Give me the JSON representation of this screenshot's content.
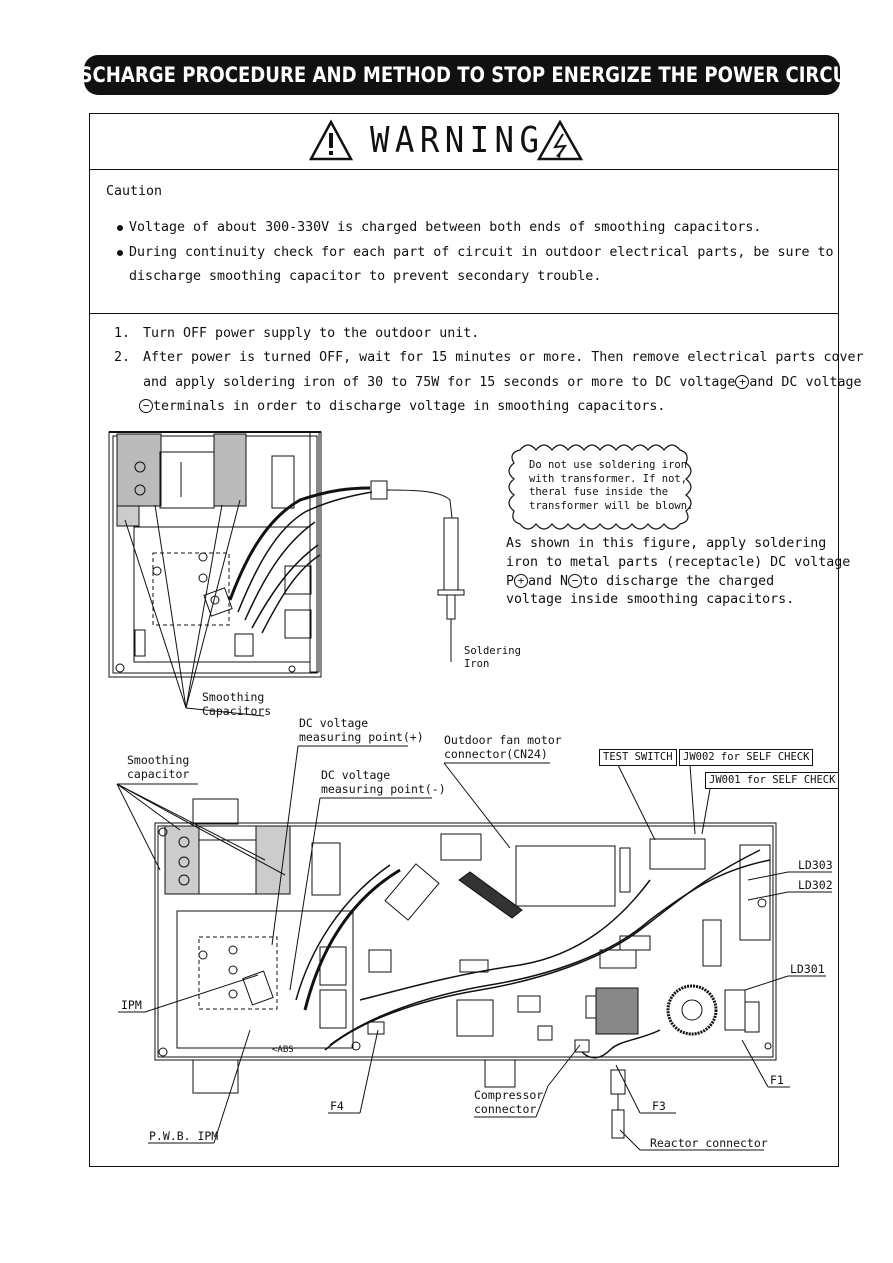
{
  "banner": {
    "title": "DISCHARGE PROCEDURE AND METHOD TO STOP ENERGIZE THE POWER CIRCUIT"
  },
  "warning": {
    "title": "WARNING"
  },
  "caution": {
    "heading": "Caution",
    "bullet1": "Voltage of about 300-330V is charged between both ends of smoothing capacitors.",
    "bullet2_line1": "During continuity check for each part of circuit in outdoor electrical parts, be sure to",
    "bullet2_line2": "discharge smoothing capacitor to prevent secondary trouble."
  },
  "steps": {
    "s1_num": "1.",
    "s1_text": "Turn OFF power supply to the outdoor unit.",
    "s2_num": "2.",
    "s2_line1": "After power is turned OFF, wait for 15 minutes or more. Then remove electrical parts cover",
    "s2_line2a": "and apply soldering iron of 30 to 75W for 15 seconds or more to DC voltage",
    "s2_plus": "+",
    "s2_line2b": "and DC voltage",
    "s2_minus": "−",
    "s2_line3": "terminals in order to discharge voltage in smoothing capacitors."
  },
  "figure1": {
    "cloud_line1": "Do not use soldering iron",
    "cloud_line2": "with transformer. If not,",
    "cloud_line3": "theral fuse inside the",
    "cloud_line4": "transformer will be blown.",
    "desc_line1": "As shown in this figure, apply soldering",
    "desc_line2": "iron to metal parts (receptacle) DC voltage",
    "desc_line3a": "P",
    "desc_plus": "+",
    "desc_line3b": "and N",
    "desc_minus": "−",
    "desc_line3c": "to discharge the charged",
    "desc_line4": "voltage inside smoothing capacitors.",
    "iron_label1": "Soldering",
    "iron_label2": "Iron",
    "cap_label1": "Smoothing",
    "cap_label2": "Capacitors"
  },
  "figure2": {
    "dc_plus1": "DC voltage",
    "dc_plus2": "measuring point(+)",
    "dc_minus1": "DC voltage",
    "dc_minus2": "measuring point(-)",
    "fan1": "Outdoor fan motor",
    "fan2": "connector(CN24)",
    "smooth1": "Smoothing",
    "smooth2": "capacitor",
    "test_switch": "TEST SWITCH",
    "jw002": "JW002 for SELF CHECK",
    "jw001": "JW001 for SELF CHECK",
    "ld303": "LD303",
    "ld302": "LD302",
    "ld301": "LD301",
    "ipm": "IPM",
    "f1": "F1",
    "f3": "F3",
    "f4": "F4",
    "comp1": "Compressor",
    "comp2": "connector",
    "reactor": "Reactor connector",
    "pwb": "P.W.B. IPM",
    "abs": "<ABS"
  }
}
